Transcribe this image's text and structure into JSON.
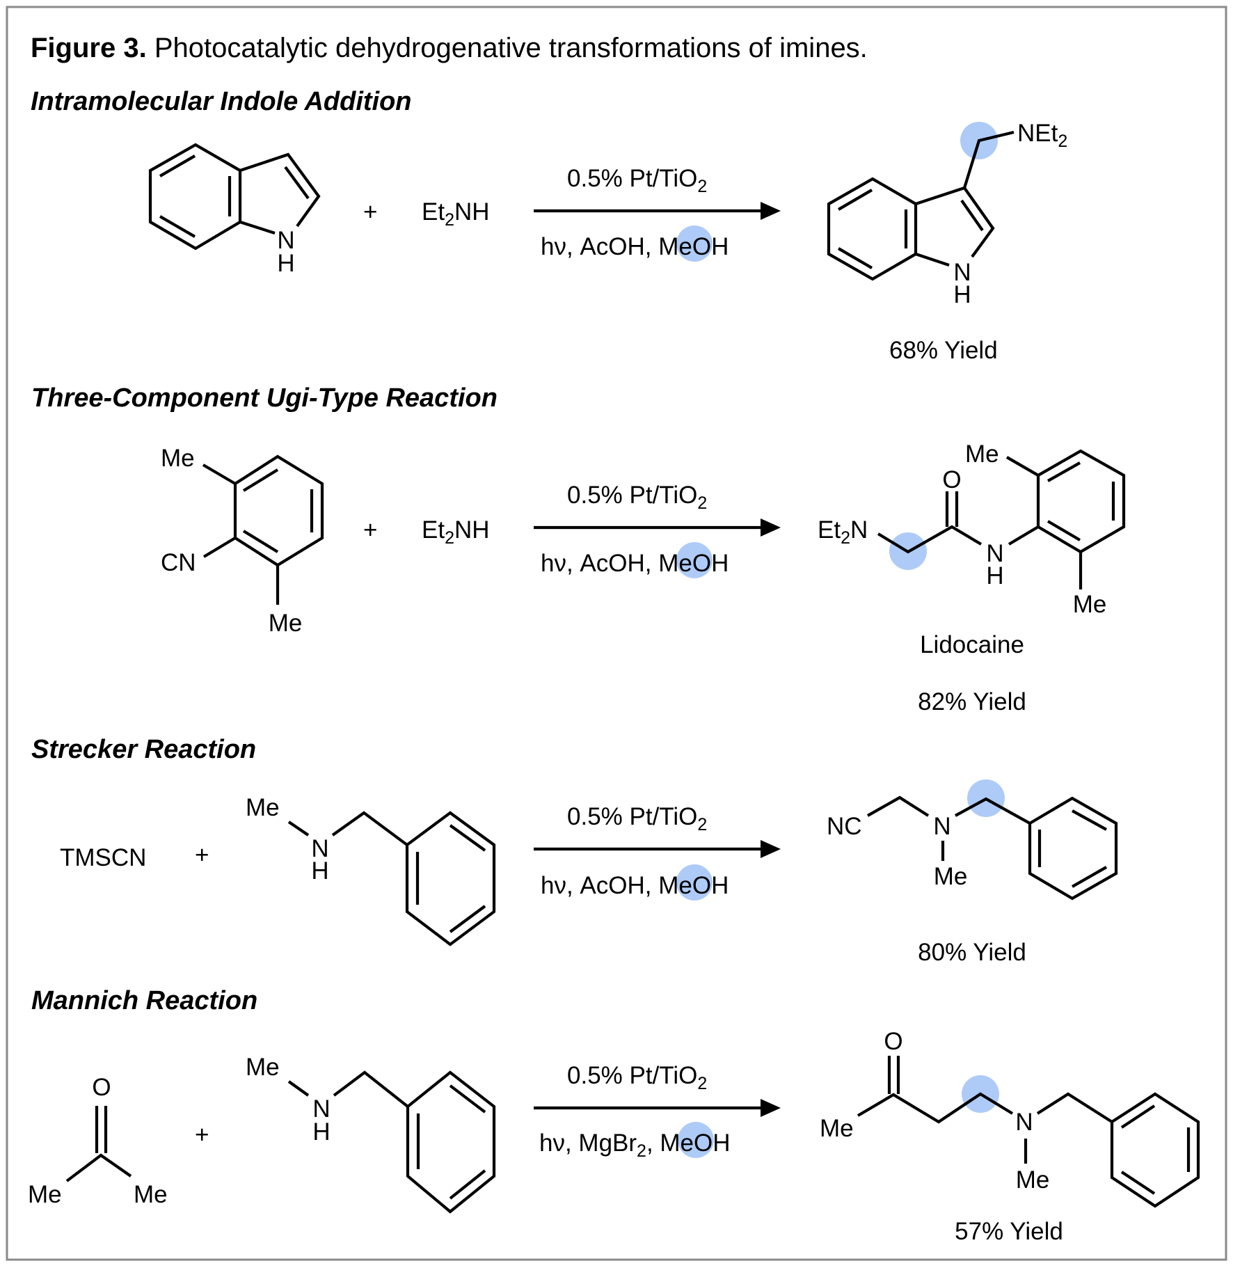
{
  "figure": {
    "label": "Figure 3.",
    "caption": " Photocatalytic dehydrogenative transformations of imines.",
    "highlight_color": "#aecbf7",
    "border_color": "#8a8a8a"
  },
  "reactions": [
    {
      "heading": "Intramolecular Indole Addition",
      "reactants": [
        "Indole (1H-indole)",
        "Et2NH"
      ],
      "plus": "+",
      "reagent_amine": {
        "main": "Et",
        "sub": "2",
        "rest": "NH"
      },
      "conditions_above": {
        "main": "0.5% Pt/TiO",
        "sub": "2"
      },
      "conditions_below": {
        "pre": "hν, AcOH, ",
        "highlight": "Me",
        "post": "OH"
      },
      "product_labels": {
        "amine": "NEt",
        "amine_sub": "2",
        "nh_n": "N",
        "nh_h": "H"
      },
      "indole_labels": {
        "n": "N",
        "h": "H"
      },
      "yield": "68% Yield"
    },
    {
      "heading": "Three-Component Ugi-Type Reaction",
      "reactants": [
        "2,6-dimethylphenyl isocyanide",
        "Et2NH"
      ],
      "plus": "+",
      "reagent_amine": {
        "main": "Et",
        "sub": "2",
        "rest": "NH"
      },
      "sm_labels": {
        "me_top": "Me",
        "cn": "CN",
        "me_bottom": "Me"
      },
      "conditions_above": {
        "main": "0.5% Pt/TiO",
        "sub": "2"
      },
      "conditions_below": {
        "pre": "hν, AcOH, ",
        "highlight": "Me",
        "post": "OH"
      },
      "product_labels": {
        "et2n_main": "Et",
        "et2n_sub": "2",
        "et2n_rest": "N",
        "o": "O",
        "n": "N",
        "h": "H",
        "me_top": "Me",
        "me_bottom": "Me"
      },
      "product_name": "Lidocaine",
      "yield": "82% Yield"
    },
    {
      "heading": "Strecker Reaction",
      "reactants": [
        "TMSCN",
        "N-methylbenzylamine"
      ],
      "plus": "+",
      "reagent_1": "TMSCN",
      "amine_labels": {
        "me": "Me",
        "n": "N",
        "h": "H"
      },
      "conditions_above": {
        "main": "0.5% Pt/TiO",
        "sub": "2"
      },
      "conditions_below": {
        "pre": "hν, AcOH, ",
        "highlight": "Me",
        "post": "OH"
      },
      "product_labels": {
        "nc": "NC",
        "n": "N",
        "me": "Me"
      },
      "yield": "80% Yield"
    },
    {
      "heading": "Mannich Reaction",
      "reactants": [
        "Acetone",
        "N-methylbenzylamine"
      ],
      "plus": "+",
      "acetone_labels": {
        "o": "O",
        "me_left": "Me",
        "me_right": "Me"
      },
      "amine_labels": {
        "me": "Me",
        "n": "N",
        "h": "H"
      },
      "conditions_above": {
        "main": "0.5% Pt/TiO",
        "sub": "2"
      },
      "conditions_below": {
        "pre": "hν, MgBr",
        "sub": "2",
        "mid": ", ",
        "highlight": "Me",
        "post": "OH"
      },
      "product_labels": {
        "o": "O",
        "me_left": "Me",
        "n": "N",
        "me_n": "Me"
      },
      "yield": "57% Yield"
    }
  ]
}
